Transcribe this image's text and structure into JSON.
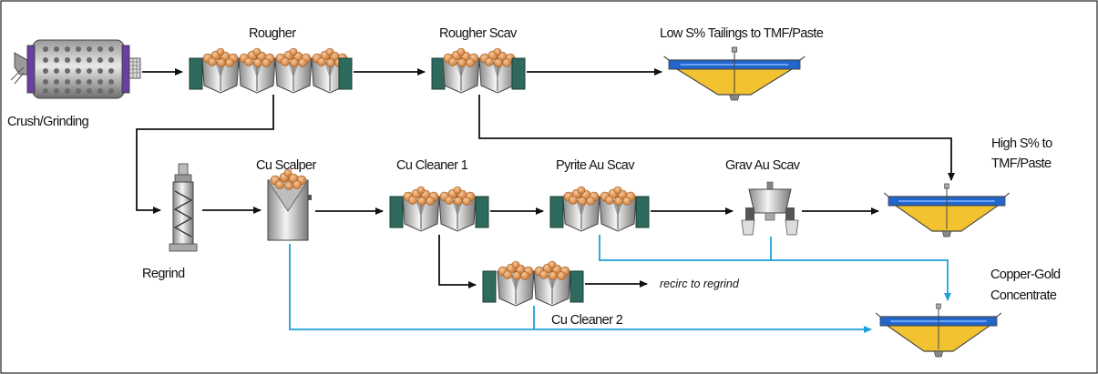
{
  "diagram": {
    "labels": {
      "crush_grinding": "Crush/Grinding",
      "rougher": "Rougher",
      "rougher_scav": "Rougher Scav",
      "low_s_tailings": "Low S% Tailings to TMF/Paste",
      "high_s_line1": "High S% to",
      "high_s_line2": "TMF/Paste",
      "regrind": "Regrind",
      "cu_scalper": "Cu Scalper",
      "cu_cleaner_1": "Cu Cleaner 1",
      "pyrite_au_scav": "Pyrite Au Scav",
      "grav_au_scav": "Grav Au Scav",
      "recirc": "recirc to regrind",
      "cu_cleaner_2": "Cu Cleaner 2",
      "concentrate_line1": "Copper-Gold",
      "concentrate_line2": "Concentrate"
    },
    "colors": {
      "cell_green": "#2e6b5e",
      "froth": "#e59a55",
      "tank_yellow": "#f2c230",
      "water_blue": "#2266cc",
      "concentrate_flow": "#1fa0d8",
      "tailings_flow": "#111111"
    }
  }
}
